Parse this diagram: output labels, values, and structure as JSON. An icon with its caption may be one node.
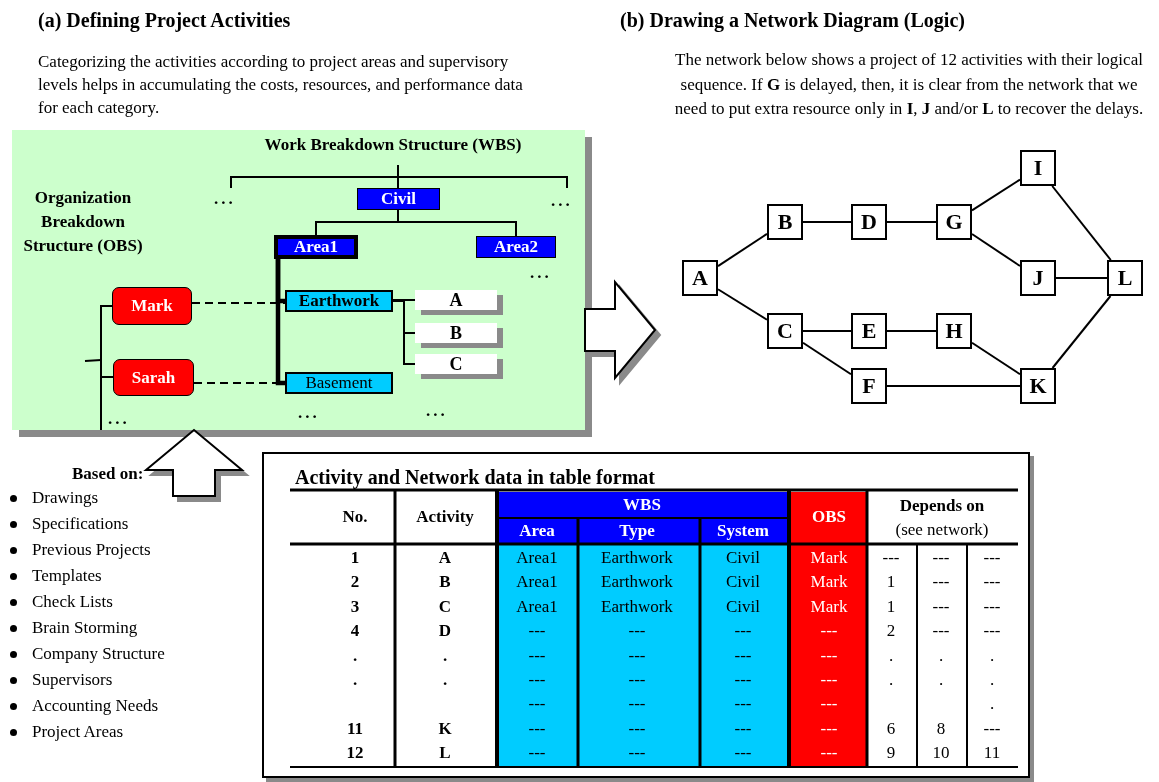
{
  "diagram": {
    "nodes": [
      {
        "text": [
          "Work Breakdown Structure (WBS)",
          "Organization Breakdown Structure (OBS)"
        ]
      },
      {
        "text": [
          "Civil"
        ],
        "in": 0
      },
      {
        "text": [
          "Area1"
        ],
        "in": 0
      },
      {
        "text": [
          "Area2"
        ],
        "in": 0
      },
      {
        "text": [
          "Mark"
        ],
        "in": 0
      },
      {
        "text": [
          "Earthwork"
        ],
        "in": 0
      },
      {
        "text": [
          "A"
        ],
        "in": 0
      },
      {
        "text": [
          "B"
        ],
        "in": 0
      },
      {
        "text": [
          "C"
        ],
        "in": 0
      },
      {
        "text": [
          "Sarah"
        ],
        "in": 0
      },
      {
        "text": [
          "Basement"
        ],
        "in": 0
      },
      {
        "text": [
          "A"
        ]
      },
      {
        "text": [
          "B"
        ]
      },
      {
        "text": [
          "C"
        ]
      },
      {
        "text": [
          "D"
        ]
      },
      {
        "text": [
          "E"
        ]
      },
      {
        "text": [
          "F"
        ]
      },
      {
        "text": [
          "G"
        ]
      },
      {
        "text": [
          "H"
        ]
      },
      {
        "text": [
          "I"
        ]
      },
      {
        "text": [
          "J"
        ]
      },
      {
        "text": [
          "K"
        ]
      },
      {
        "text": [
          "L"
        ]
      },
      {
        "text": [
          "Activity and Network data in table format"
        ]
      }
    ],
    "edges": [
      {
        "from": 1,
        "to": 2,
        "arrow": "none"
      },
      {
        "from": 1,
        "to": 3,
        "arrow": "none"
      },
      {
        "from": 2,
        "to": 5,
        "arrow": "none",
        "style": "thick"
      },
      {
        "from": 2,
        "to": 10,
        "arrow": "none",
        "style": "thick"
      },
      {
        "from": 5,
        "to": 6,
        "arrow": "none"
      },
      {
        "from": 5,
        "to": 7,
        "arrow": "none"
      },
      {
        "from": 5,
        "to": 8,
        "arrow": "none"
      },
      {
        "from": 4,
        "to": 5,
        "arrow": "none",
        "style": "dashed"
      },
      {
        "from": 9,
        "to": 10,
        "arrow": "none",
        "style": "dashed"
      },
      {
        "from": 4,
        "to": 9,
        "arrow": "none"
      },
      {
        "from": 0,
        "to": null,
        "arrow": "to",
        "style": "thick"
      },
      {
        "from": null,
        "to": 0,
        "arrow": "to",
        "style": "thick"
      },
      {
        "from": 11,
        "to": 12,
        "arrow": "none"
      },
      {
        "from": 11,
        "to": 13,
        "arrow": "none"
      },
      {
        "from": 12,
        "to": 14,
        "arrow": "none"
      },
      {
        "from": 14,
        "to": 17,
        "arrow": "none"
      },
      {
        "from": 17,
        "to": 19,
        "arrow": "none"
      },
      {
        "from": 17,
        "to": 20,
        "arrow": "none"
      },
      {
        "from": 13,
        "to": 15,
        "arrow": "none"
      },
      {
        "from": 15,
        "to": 18,
        "arrow": "none"
      },
      {
        "from": 13,
        "to": 16,
        "arrow": "none"
      },
      {
        "from": 18,
        "to": 21,
        "arrow": "none"
      },
      {
        "from": 16,
        "to": 21,
        "arrow": "none"
      },
      {
        "from": 19,
        "to": 22,
        "arrow": "none"
      },
      {
        "from": 20,
        "to": 22,
        "arrow": "none"
      },
      {
        "from": 21,
        "to": 22,
        "arrow": "none"
      }
    ],
    "labels": [
      "(a) Defining Project Activities",
      "(b) Drawing a Network Diagram (Logic)",
      "Categorizing the activities according to project areas and supervisory levels helps in accumulating the costs, resources, and performance data for each category.",
      "The network below shows a project of 12 activities with their logical sequence. If **G** is delayed, then, it is clear from the network that we need to put extra resource only in **I**, **J** and/or **L** to recover the delays.",
      "...",
      "...",
      "...",
      "...",
      "...",
      "...",
      "Based on:",
      "Drawings",
      "Specifications",
      "Previous Projects",
      "Templates",
      "Check Lists",
      "Brain Storming",
      "Company Structure",
      "Supervisors",
      "Accounting Needs",
      "Project Areas",
      "No.",
      "Activity",
      "WBS",
      "OBS",
      "Depends on",
      "(see network)",
      "Area",
      "Type",
      "System",
      "1",
      "A",
      "Area1",
      "Earthwork",
      "Civil",
      "Mark",
      "---",
      "---",
      "---",
      "2",
      "B",
      "Area1",
      "Earthwork",
      "Civil",
      "Mark",
      "1",
      "---",
      "---",
      "3",
      "C",
      "Area1",
      "Earthwork",
      "Civil",
      "Mark",
      "1",
      "---",
      "---",
      "4",
      "D",
      "---",
      "---",
      "---",
      "---",
      "2",
      "---",
      "---",
      ".",
      ".",
      "---",
      "---",
      "---",
      "---",
      ".",
      ".",
      ".",
      ".",
      ".",
      "---",
      "---",
      "---",
      "---",
      ".",
      ".",
      ".",
      "---",
      "---",
      "---",
      "---",
      ".",
      "11",
      "K",
      "---",
      "---",
      "---",
      "---",
      "6",
      "8",
      "---",
      "12",
      "L",
      "---",
      "---",
      "---",
      "---",
      "9",
      "10",
      "11"
    ]
  }
}
